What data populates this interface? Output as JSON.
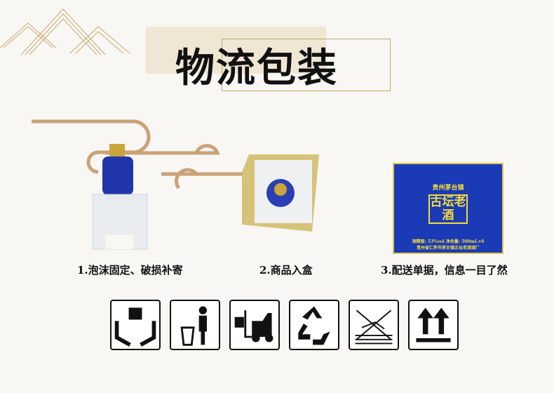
{
  "title": "物流包装",
  "steps": [
    {
      "caption": "1.泡沫固定、破损补寄"
    },
    {
      "caption": "2.商品入盒"
    },
    {
      "caption": "3.配送单据，信息一目了然"
    }
  ],
  "bag": {
    "brand": "贵州茅台镇",
    "name": "古坛老酒",
    "spec": "酒精度: 53%vol  净含量: 500mL×6",
    "maker": "贵州省仁怀市茅台镇古坛老酒酒厂"
  },
  "icons": [
    "handle-with-care-icon",
    "dispose-properly-icon",
    "forklift-icon",
    "recycle-icon",
    "no-stacking-icon",
    "this-way-up-icon"
  ],
  "colors": {
    "accent": "#c9a76a",
    "bag": "#1a3bb5"
  }
}
